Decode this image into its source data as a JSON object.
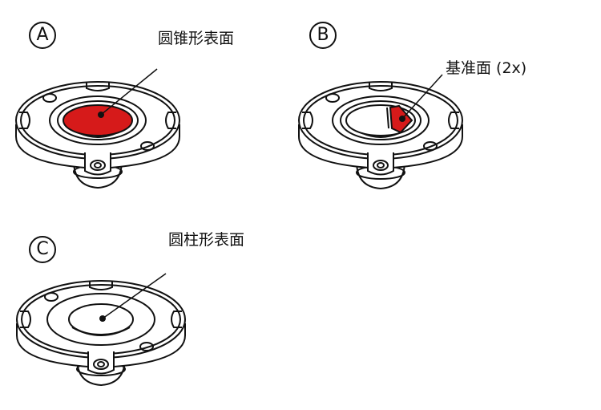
{
  "panels": [
    {
      "badge": "A",
      "label": "圆锥形表面"
    },
    {
      "badge": "B",
      "label": "基准面 (2x)"
    },
    {
      "badge": "C",
      "label": "圆柱形表面"
    }
  ],
  "colors": {
    "highlight": "#d61a1a",
    "line": "#111111",
    "background": "#ffffff"
  }
}
